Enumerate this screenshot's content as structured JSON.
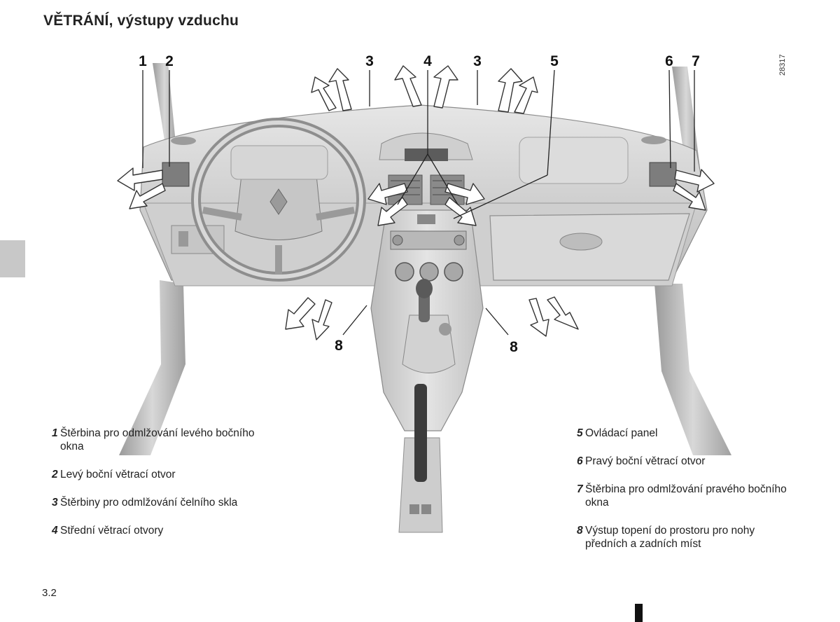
{
  "page": {
    "title": "VĚTRÁNÍ, výstupy vzduchu",
    "figure_id": "28317",
    "page_number": "3.2"
  },
  "callouts": {
    "c1": "1",
    "c2": "2",
    "c3a": "3",
    "c4": "4",
    "c3b": "3",
    "c5": "5",
    "c6": "6",
    "c7": "7",
    "c8a": "8",
    "c8b": "8"
  },
  "legend_left": [
    {
      "num": "1",
      "text": "Štěrbina pro odmlžování levého boč­ního okna"
    },
    {
      "num": "2",
      "text": "Levý boční větrací otvor"
    },
    {
      "num": "3",
      "text": "Štěrbiny pro odmlžování čelního skla"
    },
    {
      "num": "4",
      "text": "Střední větrací otvory"
    }
  ],
  "legend_right": [
    {
      "num": "5",
      "text": "Ovládací panel"
    },
    {
      "num": "6",
      "text": "Pravý boční větrací otvor"
    },
    {
      "num": "7",
      "text": "Štěrbina pro odmlžování pravého boč­ního okna"
    },
    {
      "num": "8",
      "text": "Výstup topení do prostoru pro nohy předních a zadních míst"
    }
  ]
}
